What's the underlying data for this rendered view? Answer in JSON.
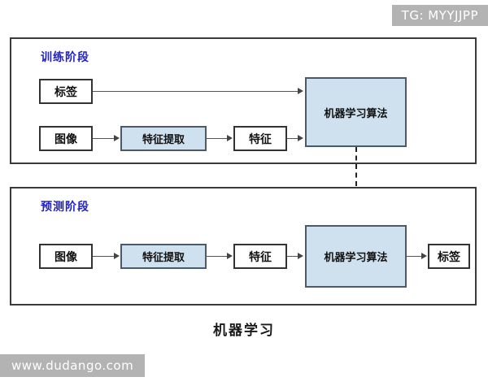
{
  "watermarks": {
    "top_right": "TG: MYYJJPP",
    "bottom_left": "www.dudango.com"
  },
  "caption": "机器学习",
  "diagram": {
    "title": "机器学习",
    "phases": [
      {
        "id": "training",
        "title": "训练阶段",
        "title_color": "#2020c8",
        "nodes": [
          {
            "id": "train-label-in",
            "label": "标签",
            "style": "plain"
          },
          {
            "id": "train-image",
            "label": "图像",
            "style": "plain"
          },
          {
            "id": "train-feature-extract",
            "label": "特征提取",
            "style": "accent"
          },
          {
            "id": "train-feature",
            "label": "特征",
            "style": "plain"
          },
          {
            "id": "train-ml-algo",
            "label": "机器学习算法",
            "style": "accent"
          }
        ]
      },
      {
        "id": "prediction",
        "title": "预测阶段",
        "title_color": "#2020c8",
        "nodes": [
          {
            "id": "predict-image",
            "label": "图像",
            "style": "plain"
          },
          {
            "id": "predict-feature-extract",
            "label": "特征提取",
            "style": "accent"
          },
          {
            "id": "predict-feature",
            "label": "特征",
            "style": "plain"
          },
          {
            "id": "predict-ml-algo",
            "label": "机器学习算法",
            "style": "accent"
          },
          {
            "id": "predict-label-out",
            "label": "标签",
            "style": "plain"
          }
        ]
      }
    ],
    "colors": {
      "accent_fill": "#cfe0ef",
      "box_border": "#333333",
      "phase_border": "#3a3a3a",
      "connector": "#555555",
      "watermark_bg": "#b3b3b3"
    }
  }
}
